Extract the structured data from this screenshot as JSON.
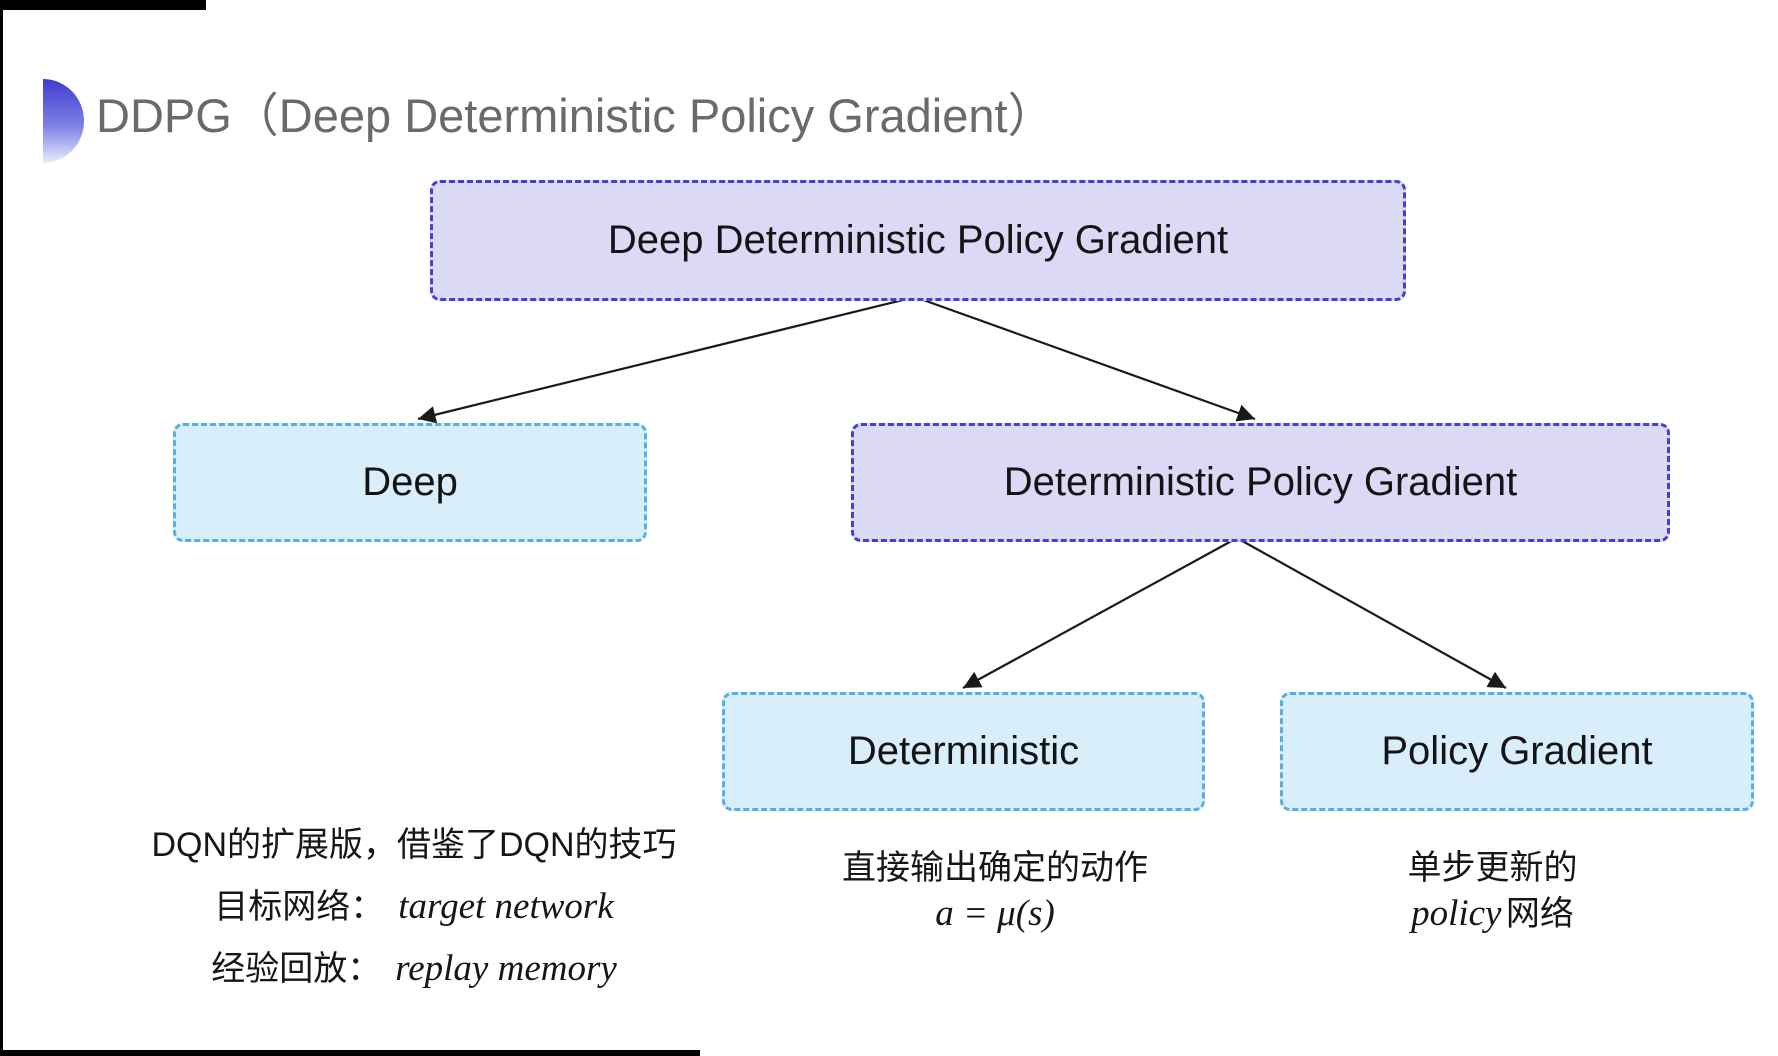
{
  "title": "DDPG（Deep Deterministic Policy Gradient）",
  "icons": {
    "title_bullet": "semicircle-gradient-bullet"
  },
  "nodes": {
    "root": "Deep Deterministic Policy Gradient",
    "deep": "Deep",
    "dpg": "Deterministic Policy Gradient",
    "deterministic": "Deterministic",
    "policy_gradient": "Policy Gradient"
  },
  "annotations": {
    "deep": {
      "line1": "DQN的扩展版，借鉴了DQN的技巧",
      "line2_cn": "目标网络：",
      "line2_en": "target network",
      "line3_cn": "经验回放：",
      "line3_en": "replay memory"
    },
    "deterministic": {
      "line1": "直接输出确定的动作",
      "formula": "a = μ(s)"
    },
    "policy_gradient": {
      "line1": "单步更新的",
      "line2_en": "policy",
      "line2_cn": "网络"
    }
  },
  "colors": {
    "lavender_fill": "#dcd9f6",
    "indigo_border": "#4440d4",
    "cyan_fill": "#d9eefb",
    "cyan_border": "#55b0e2",
    "title_gray": "#6a6a6a",
    "arrow": "#1a1a1a",
    "bullet_top": "#3f3ccc",
    "bullet_bottom": "#e8ecfc"
  }
}
